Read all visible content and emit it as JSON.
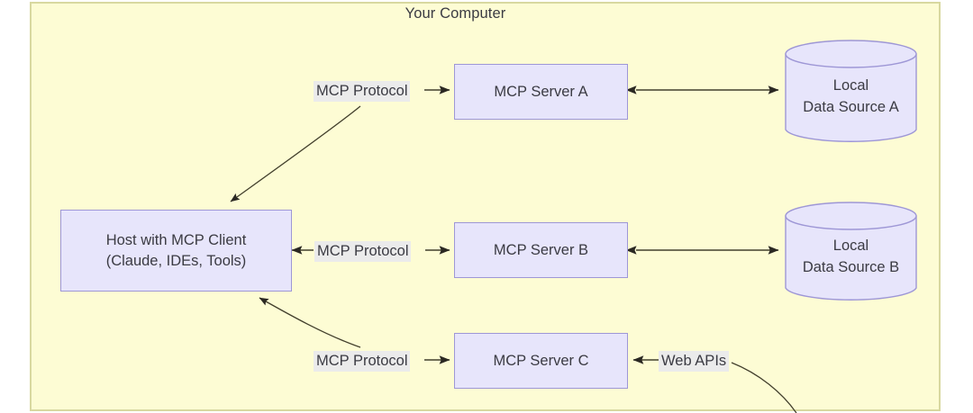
{
  "diagram": {
    "title": "Your Computer",
    "colors": {
      "frame_fill": "#fdfcd4",
      "frame_border": "#d8d8a0",
      "node_fill": "#e7e5fb",
      "node_border": "#9e97d6",
      "text": "#3b3b43",
      "edge_line": "#423f2c",
      "label_bg": "#ebebeb"
    },
    "nodes": {
      "host": {
        "line1": "Host with MCP Client",
        "line2": "(Claude, IDEs, Tools)"
      },
      "server_a": {
        "label": "MCP Server A"
      },
      "server_b": {
        "label": "MCP Server B"
      },
      "server_c": {
        "label": "MCP Server C"
      },
      "data_source_a": {
        "line1": "Local",
        "line2": "Data Source A"
      },
      "data_source_b": {
        "line1": "Local",
        "line2": "Data Source B"
      }
    },
    "edge_labels": {
      "protocol_a": "MCP Protocol",
      "protocol_b": "MCP Protocol",
      "protocol_c": "MCP Protocol",
      "web_apis": "Web APIs"
    }
  }
}
